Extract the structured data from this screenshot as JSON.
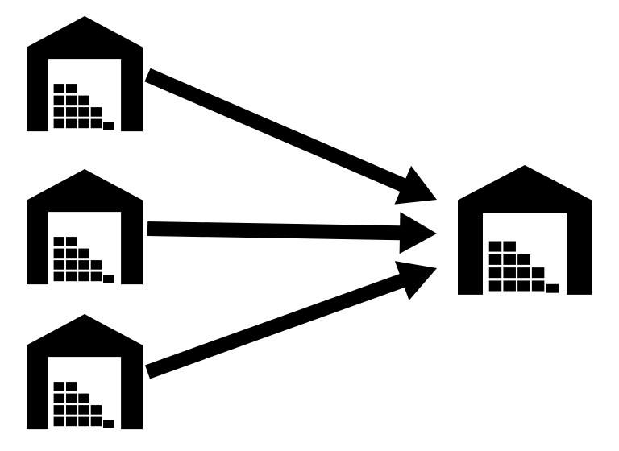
{
  "diagram": {
    "type": "many-to-one flow",
    "colors": {
      "ink": "#000000",
      "background": "#ffffff"
    },
    "nodes": [
      {
        "id": "source-warehouse-1",
        "icon": "warehouse-icon",
        "role": "source"
      },
      {
        "id": "source-warehouse-2",
        "icon": "warehouse-icon",
        "role": "source"
      },
      {
        "id": "source-warehouse-3",
        "icon": "warehouse-icon",
        "role": "source"
      },
      {
        "id": "target-warehouse",
        "icon": "warehouse-icon",
        "role": "target"
      }
    ],
    "edges": [
      {
        "from": "source-warehouse-1",
        "to": "target-warehouse"
      },
      {
        "from": "source-warehouse-2",
        "to": "target-warehouse"
      },
      {
        "from": "source-warehouse-3",
        "to": "target-warehouse"
      }
    ]
  }
}
